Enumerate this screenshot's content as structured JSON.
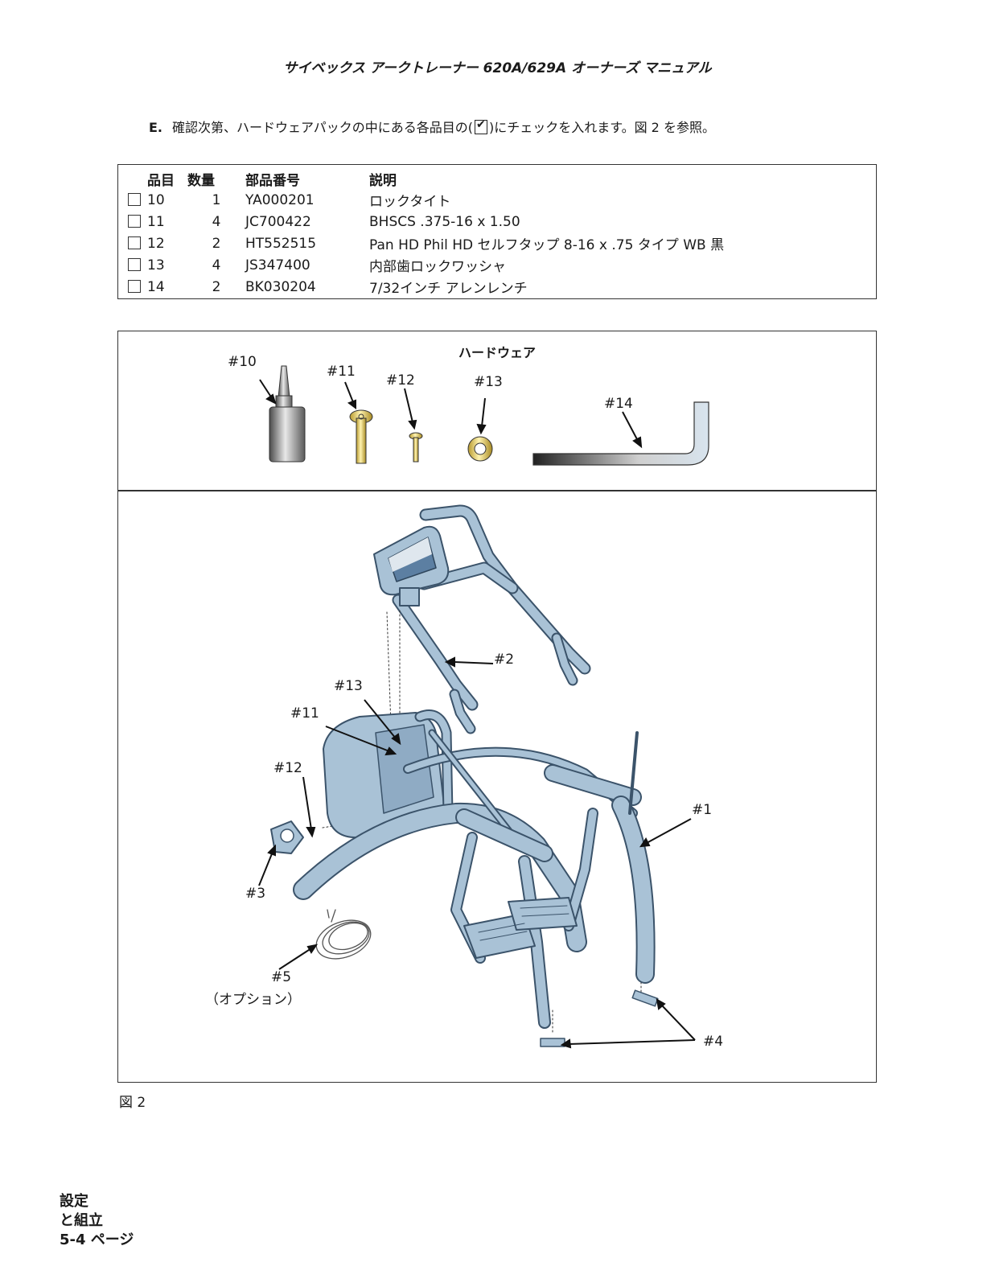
{
  "header": {
    "title": "サイベックス アークトレーナー 620A/629A オーナーズ マニュアル"
  },
  "step": {
    "label": "E.",
    "text_before": "確認次第、ハードウェアパックの中にある各品目の(",
    "text_after": ")にチェックを入れます。図 2 を参照。"
  },
  "parts_table": {
    "headers": [
      "品目",
      "数量",
      "部品番号",
      "説明"
    ],
    "rows": [
      {
        "item": "10",
        "qty": "1",
        "part": "YA000201",
        "desc": "ロックタイト"
      },
      {
        "item": "11",
        "qty": "4",
        "part": "JC700422",
        "desc": "BHSCS .375-16 x 1.50"
      },
      {
        "item": "12",
        "qty": "2",
        "part": "HT552515",
        "desc": "Pan HD Phil HD セルフタップ 8-16 x .75 タイプ WB 黒"
      },
      {
        "item": "13",
        "qty": "4",
        "part": "JS347400",
        "desc": "内部歯ロックワッシャ"
      },
      {
        "item": "14",
        "qty": "2",
        "part": "BK030204",
        "desc": "7/32インチ アレンレンチ"
      }
    ]
  },
  "figure": {
    "hardware_title": "ハードウェア",
    "hardware_callouts": [
      "#10",
      "#11",
      "#12",
      "#13",
      "#14"
    ],
    "assembly_callouts": {
      "c2": "#2",
      "c13": "#13",
      "c11": "#11",
      "c12": "#12",
      "c3": "#3",
      "c1": "#1",
      "c5": "#5",
      "c5_note": "（オプション）",
      "c4": "#4"
    },
    "caption": "図 2"
  },
  "footer": {
    "line1": "設定",
    "line2": "と組立",
    "line3": "5-4 ページ"
  },
  "colors": {
    "frame": "#8fabc4",
    "frame_dark": "#4d6a84",
    "brass": "#e0c45a",
    "text": "#1a1a1a"
  }
}
